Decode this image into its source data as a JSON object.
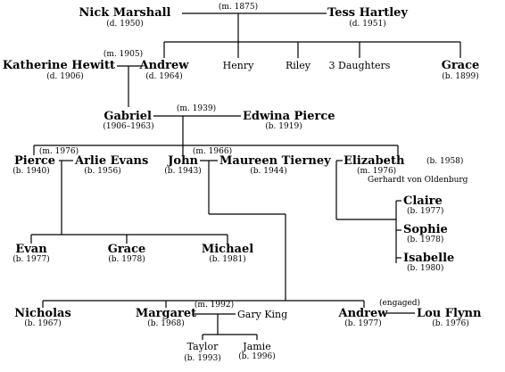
{
  "people": {
    "nick": {
      "name": "Nick Marshall",
      "date": "(d. 1950)"
    },
    "tess": {
      "name": "Tess Hartley",
      "date": "(d. 1951)"
    },
    "katherine": {
      "name": "Katherine Hewitt",
      "date": "(d. 1906)"
    },
    "andrew_sr": {
      "name": "Andrew",
      "date": "(d. 1964)"
    },
    "henry": {
      "name": "Henry"
    },
    "riley": {
      "name": "Riley"
    },
    "daughters": {
      "name": "3 Daughters"
    },
    "grace_sr": {
      "name": "Grace",
      "date": "(b. 1899)"
    },
    "gabriel": {
      "name": "Gabriel",
      "date": "(1906–1963)"
    },
    "edwina": {
      "name": "Edwina Pierce",
      "date": "(b. 1919)"
    },
    "pierce": {
      "name": "Pierce",
      "date": "(b. 1940)"
    },
    "arlie": {
      "name": "Arlie Evans",
      "date": "(b. 1956)"
    },
    "john": {
      "name": "John",
      "date": "(b. 1943)"
    },
    "maureen": {
      "name": "Maureen Tierney",
      "date": "(b. 1944)"
    },
    "elizabeth": {
      "name": "Elizabeth",
      "date": "(b. 1958)"
    },
    "gerhardt": {
      "name": "Gerhardt von Oldenburg"
    },
    "claire": {
      "name": "Claire",
      "date": "(b. 1977)"
    },
    "sophie": {
      "name": "Sophie",
      "date": "(b. 1978)"
    },
    "isabelle": {
      "name": "Isabelle",
      "date": "(b. 1980)"
    },
    "evan": {
      "name": "Evan",
      "date": "(b. 1977)"
    },
    "grace_jr": {
      "name": "Grace",
      "date": "(b. 1978)"
    },
    "michael": {
      "name": "Michael",
      "date": "(b. 1981)"
    },
    "nicholas": {
      "name": "Nicholas",
      "date": "(b. 1967)"
    },
    "margaret": {
      "name": "Margaret",
      "date": "(b. 1968)"
    },
    "gary": {
      "name": "Gary King"
    },
    "andrew_jr": {
      "name": "Andrew",
      "date": "(b. 1977)"
    },
    "lou": {
      "name": "Lou Flynn",
      "date": "(b. 1976)"
    },
    "taylor": {
      "name": "Taylor",
      "date": "(b. 1993)"
    },
    "jamie": {
      "name": "Jamie",
      "date": "(b. 1996)"
    }
  },
  "unions": {
    "nick_tess": "(m. 1875)",
    "andrew_katherine": "(m. 1905)",
    "gabriel_edwina": "(m. 1939)",
    "pierce_arlie": "(m. 1976)",
    "john_maureen": "(m. 1966)",
    "elizabeth_gerhardt": "(m. 1976)",
    "margaret_gary": "(m. 1992)",
    "andrew_lou": "(engaged)"
  },
  "colors": {
    "line": "#000000",
    "text": "#000000",
    "background": "#ffffff"
  }
}
